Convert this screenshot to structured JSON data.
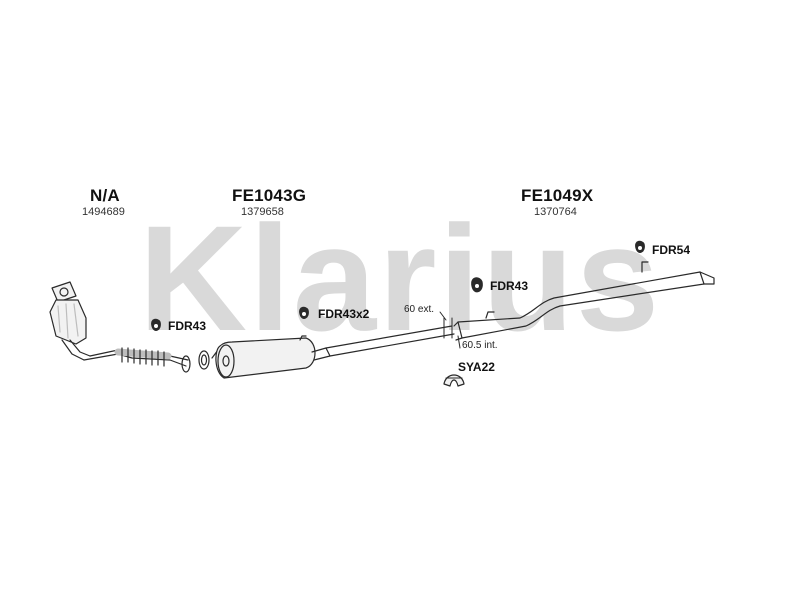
{
  "watermark": {
    "text": "Klarius",
    "color": "#d9d9d9"
  },
  "sections": [
    {
      "code": "N/A",
      "number": "1494689"
    },
    {
      "code": "FE1043G",
      "number": "1379658"
    },
    {
      "code": "FE1049X",
      "number": "1370764"
    }
  ],
  "fittings": [
    {
      "label": "FDR43"
    },
    {
      "label": "FDR43x2"
    },
    {
      "label": "FDR43"
    },
    {
      "label": "FDR54"
    },
    {
      "label": "SYA22"
    }
  ],
  "dimensions": {
    "ext": "60 ext.",
    "int": "60.5 int."
  },
  "colors": {
    "line": "#2a2a2a",
    "part_fill": "#f2f2f2",
    "shade": "#bdbdbd"
  }
}
